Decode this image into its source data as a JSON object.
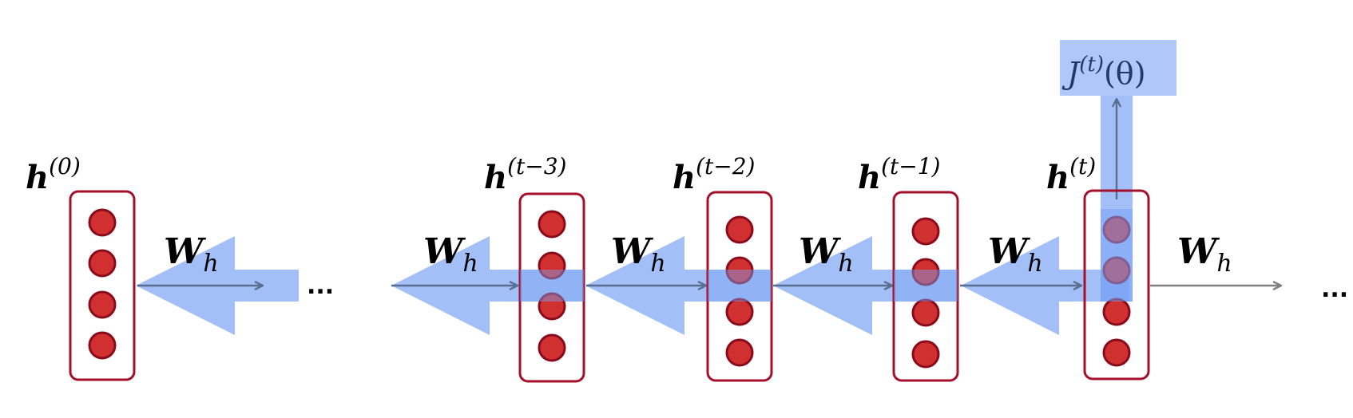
{
  "diagram": {
    "hidden_states": [
      {
        "base": "h",
        "sup": "(0)"
      },
      {
        "base": "h",
        "sup": "(t−3)"
      },
      {
        "base": "h",
        "sup": "(t−2)"
      },
      {
        "base": "h",
        "sup": "(t−1)"
      },
      {
        "base": "h",
        "sup": "(t)"
      }
    ],
    "weight_label": {
      "base": "W",
      "sub": "h"
    },
    "ellipsis": "...",
    "loss_label": {
      "base": "J",
      "sup": "(t)",
      "arg": "(θ)"
    },
    "colors": {
      "node_fill": "#d03030",
      "node_stroke": "#8b0a1a",
      "box_stroke": "#a50f2a",
      "grad_fill": "#7aa4f5",
      "arrow_stroke": "#5a6f8f",
      "plain_arrow": "#808080"
    }
  }
}
